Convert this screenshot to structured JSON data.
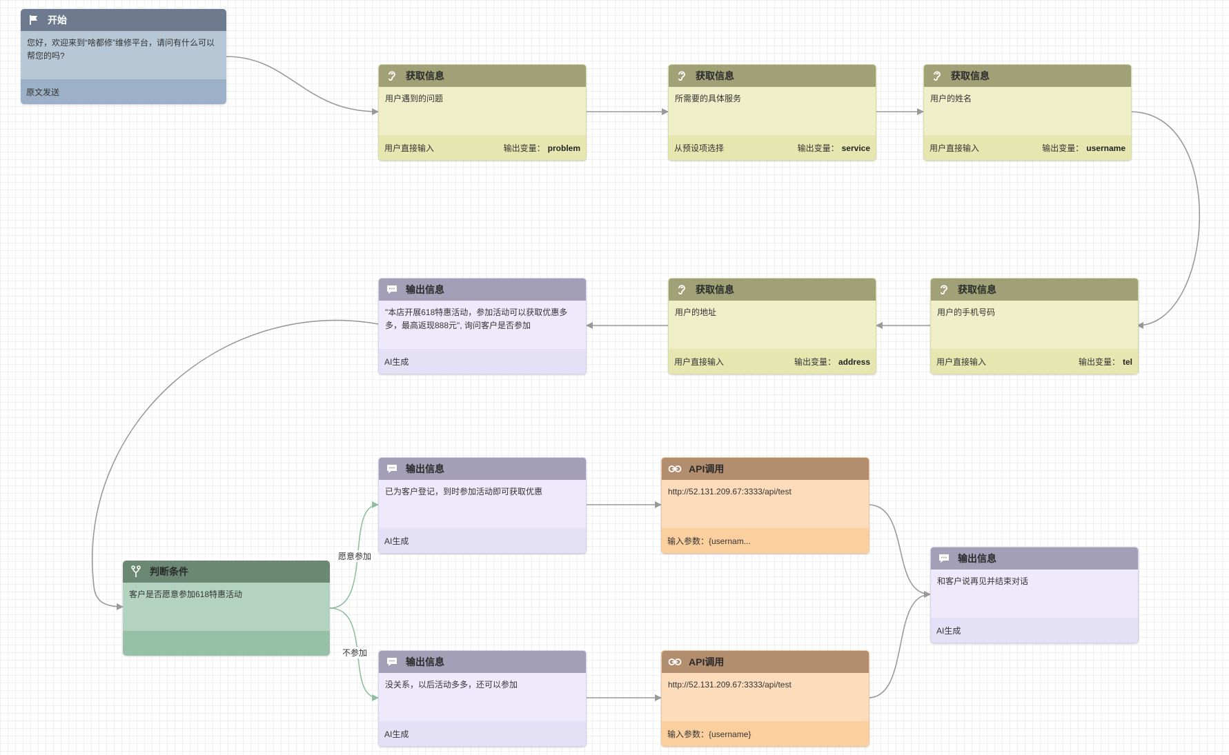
{
  "nodes": {
    "start": {
      "title": "开始",
      "text": "您好，欢迎来到“啥都修”维修平台，请问有什么可以帮您的吗?",
      "footer": "原文发送"
    },
    "get_problem": {
      "title": "获取信息",
      "text": "用户遇到的问题",
      "footer_left": "用户直接输入",
      "var_label": "输出变量：",
      "var_value": "problem"
    },
    "get_service": {
      "title": "获取信息",
      "text": "所需要的具体服务",
      "footer_left": "从预设项选择",
      "var_label": "输出变量：",
      "var_value": "service"
    },
    "get_username": {
      "title": "获取信息",
      "text": "用户的姓名",
      "footer_left": "用户直接输入",
      "var_label": "输出变量：",
      "var_value": "username"
    },
    "get_tel": {
      "title": "获取信息",
      "text": "用户的手机号码",
      "footer_left": "用户直接输入",
      "var_label": "输出变量：",
      "var_value": "tel"
    },
    "get_address": {
      "title": "获取信息",
      "text": "用户的地址",
      "footer_left": "用户直接输入",
      "var_label": "输出变量：",
      "var_value": "address"
    },
    "out_promo": {
      "title": "输出信息",
      "text": "\"本店开展618特惠活动，参加活动可以获取优惠多多，最高返现888元\", 询问客户是否参加",
      "footer": "AI生成"
    },
    "cond": {
      "title": "判断条件",
      "text": "客户是否愿意参加618特惠活动"
    },
    "out_yes": {
      "title": "输出信息",
      "text": "已为客户登记，到时参加活动即可获取优惠",
      "footer": "AI生成"
    },
    "out_no": {
      "title": "输出信息",
      "text": "没关系，以后活动多多，还可以参加",
      "footer": "AI生成"
    },
    "api_yes": {
      "title": "API调用",
      "text": "http://52.131.209.67:3333/api/test",
      "footer": "输入参数：{usernam..."
    },
    "api_no": {
      "title": "API调用",
      "text": "http://52.131.209.67:3333/api/test",
      "footer": "输入参数：{username}"
    },
    "out_end": {
      "title": "输出信息",
      "text": "和客户说再见并结束对话",
      "footer": "AI生成"
    }
  },
  "edges": {
    "yes_label": "愿意参加",
    "no_label": "不参加"
  },
  "colors": {
    "edge": "#999999",
    "edge_branch": "#8fbfa0"
  },
  "icons": {
    "start": "flag-icon",
    "get": "ear-icon",
    "out": "chat-bubble-icon",
    "api": "link-icon",
    "cond": "branch-icon"
  }
}
